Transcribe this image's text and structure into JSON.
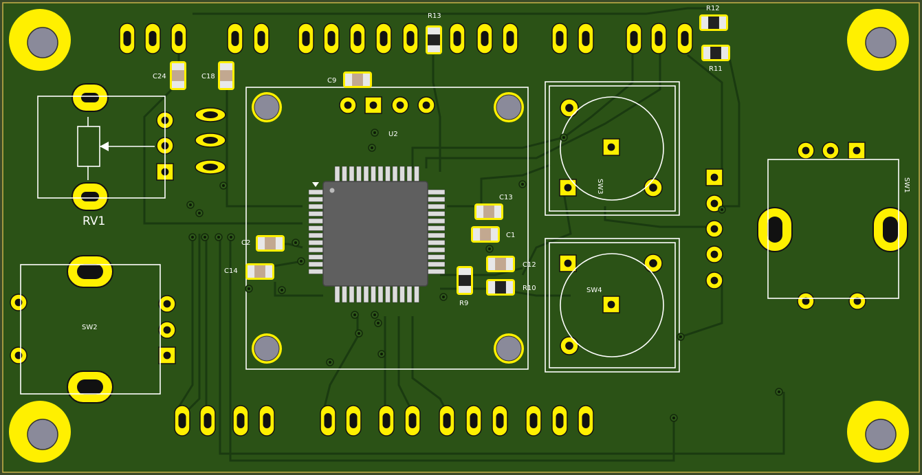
{
  "labels": {
    "r13": "R13",
    "r12": "R12",
    "r11": "R11",
    "c24": "C24",
    "c18": "C18",
    "c9": "C9",
    "u2": "U2",
    "c13": "C13",
    "c1": "C1",
    "c2": "C2",
    "c14": "C14",
    "c12": "C12",
    "r10": "R10",
    "r9": "R9",
    "rv1": "RV1",
    "sw1": "SW1",
    "sw2": "SW2",
    "sw3": "SW3",
    "sw4": "SW4"
  },
  "colors": {
    "board": "#2b5216",
    "copper": "#3a6b1f",
    "trace": "#1a3a10",
    "pad": "#fff000",
    "hole": "#8a8a9a",
    "silk": "#ffffff",
    "ic_body": "#5f5f5f",
    "ic_pin": "#dcdcdc",
    "smd_body": "#c2a890",
    "smd_end": "#e8e8e8",
    "res_body": "#222222",
    "edge": "#c7b24a"
  }
}
